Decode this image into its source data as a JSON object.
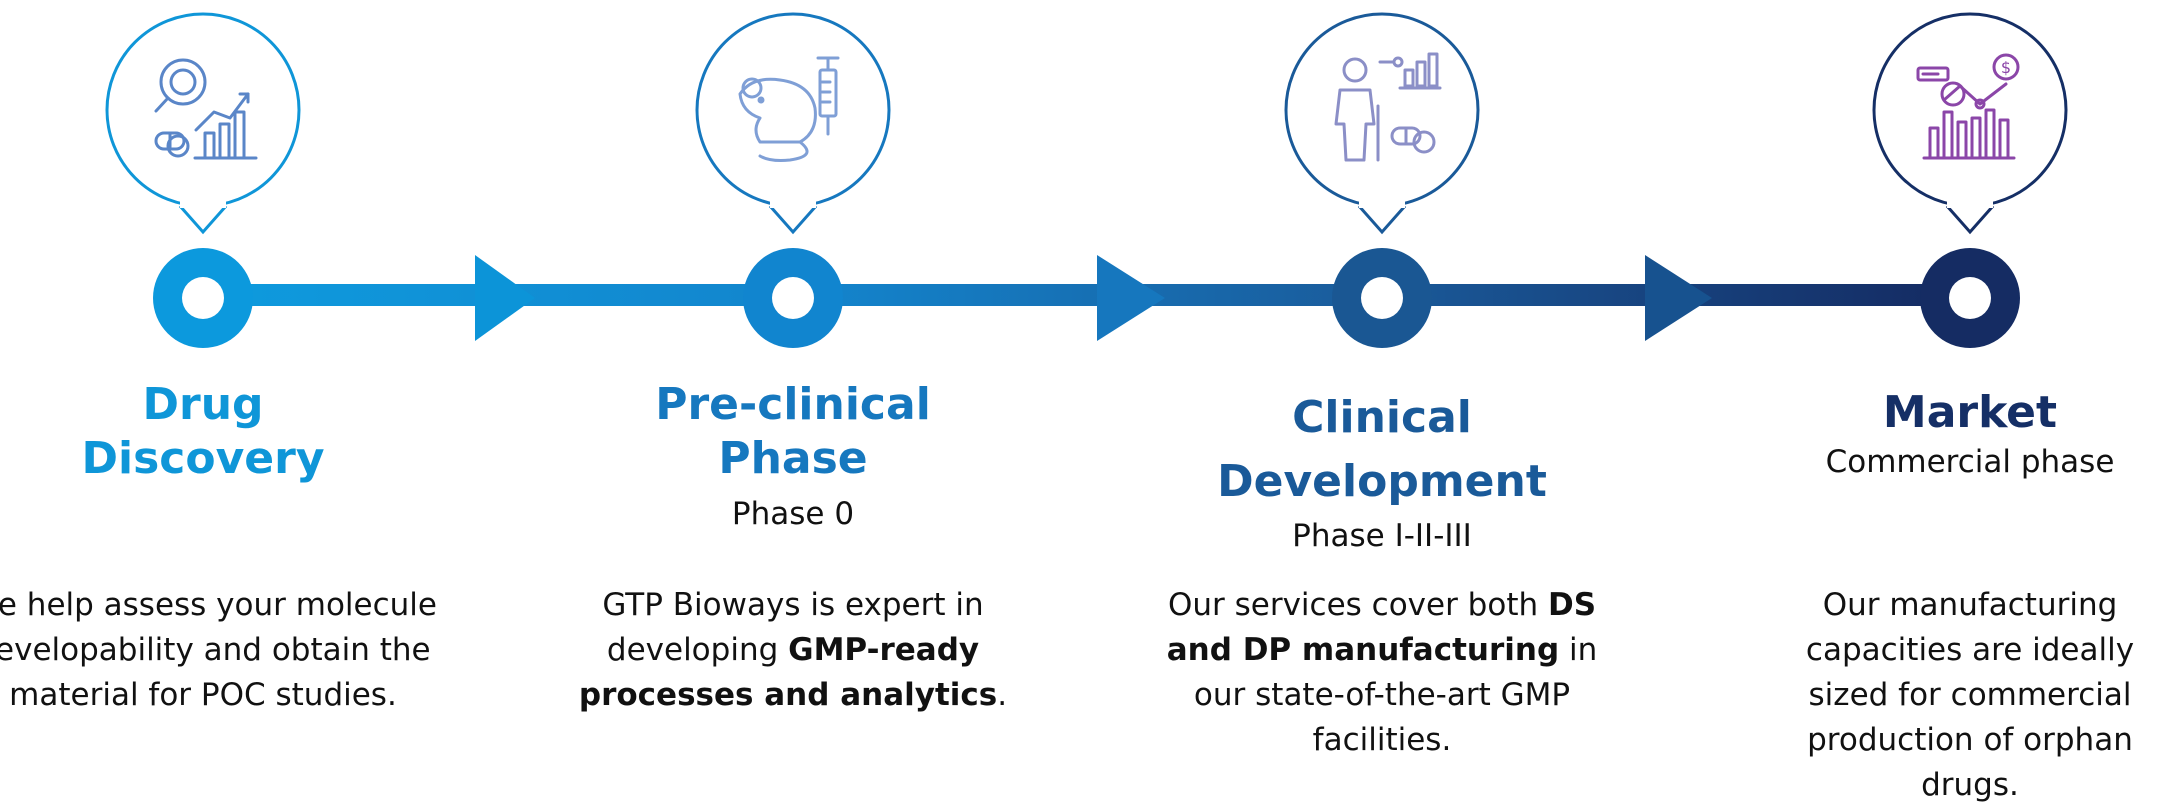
{
  "colors": {
    "stage1": "#0f96d8",
    "stage2": "#1678bf",
    "stage3": "#1a5a99",
    "stage4": "#152f66",
    "icon1": "#5a86c8",
    "icon2": "#7f9fd6",
    "icon3": "#8b8fc7",
    "icon4": "#8b46a8"
  },
  "stages": [
    {
      "icon": "drug-discovery-icon",
      "title_lines": [
        "Drug",
        "Discovery"
      ],
      "subtitle": "",
      "description": [
        {
          "text": "We help assess your molecule developability and obtain the material for POC studies.",
          "bold": false
        }
      ]
    },
    {
      "icon": "lab-mouse-syringe-icon",
      "title_lines": [
        "Pre-clinical",
        "Phase"
      ],
      "subtitle": "Phase 0",
      "description": [
        {
          "text": "GTP Bioways is expert in developing ",
          "bold": false
        },
        {
          "text": "GMP-ready processes and analytics",
          "bold": true
        },
        {
          "text": ".",
          "bold": false
        }
      ]
    },
    {
      "icon": "clinical-patient-icon",
      "title_lines": [
        "Clinical",
        "Development"
      ],
      "subtitle": "Phase I-II-III",
      "description": [
        {
          "text": "Our services cover both ",
          "bold": false
        },
        {
          "text": "DS and DP manufacturing",
          "bold": true
        },
        {
          "text": " in our state-of-the-art  GMP facilities.",
          "bold": false
        }
      ]
    },
    {
      "icon": "market-analytics-icon",
      "title_lines": [
        "Market"
      ],
      "subtitle": "Commercial phase",
      "description": [
        {
          "text": "Our manufacturing capacities are ideally sized for commercial production of orphan drugs.",
          "bold": false
        }
      ]
    }
  ]
}
